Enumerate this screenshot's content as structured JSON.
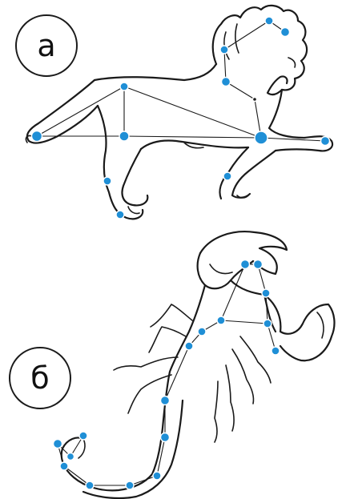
{
  "colors": {
    "star": "#1f8fd6",
    "outline": "#1a1a1a",
    "background": "#ffffff"
  },
  "panels": [
    {
      "id": "a",
      "label": "а",
      "constellation_figure": "lion"
    },
    {
      "id": "b",
      "label": "б",
      "constellation_figure": "scorpion"
    }
  ]
}
